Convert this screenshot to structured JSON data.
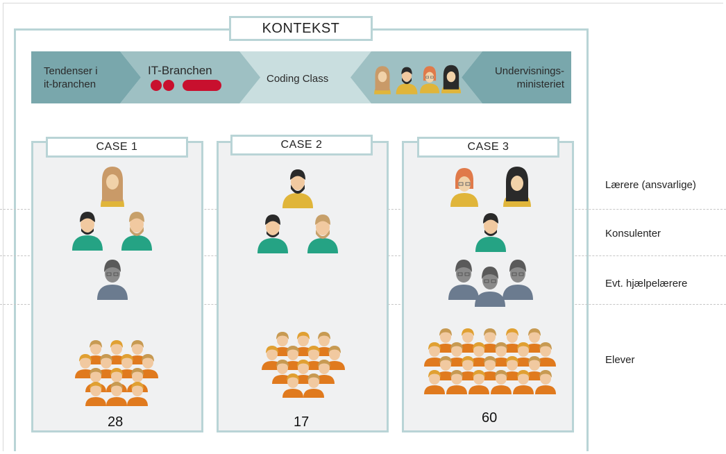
{
  "kontekst": {
    "title": "KONTEKST"
  },
  "banner": {
    "left_text": "Tendenser i\nit-branchen",
    "it_branchen": "IT-Branchen",
    "coding_class": "Coding Class",
    "right_text": "Undervisnings-\nministeriet"
  },
  "cases": [
    {
      "title": "CASE 1",
      "count": "28"
    },
    {
      "title": "CASE 2",
      "count": "17"
    },
    {
      "title": "CASE 3",
      "count": "60"
    }
  ],
  "row_labels": {
    "teachers": "Lærere (ansvarlige)",
    "consultants": "Konsulenter",
    "assistants": "Evt. hjælpelærere",
    "students": "Elever"
  },
  "colors": {
    "frame": "#b9d4d6",
    "banner_dark": "#79a7ac",
    "banner_mid": "#9ec0c3",
    "banner_light": "#c9dedf",
    "it_red": "#c8102e",
    "case_bg": "#f0f1f2"
  }
}
